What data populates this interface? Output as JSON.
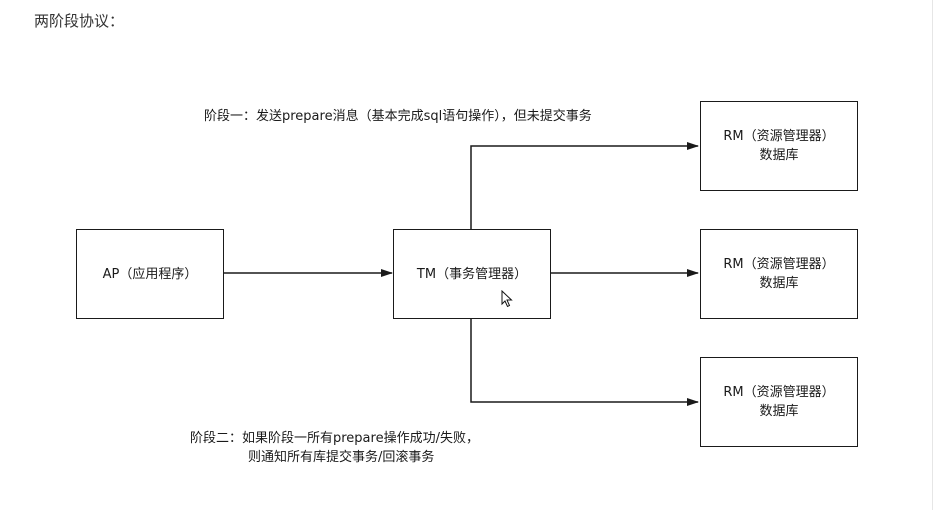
{
  "page": {
    "title": "两阶段协议："
  },
  "nodes": {
    "ap": {
      "label": "AP（应用程序）"
    },
    "tm": {
      "label": "TM（事务管理器）"
    },
    "rm": [
      {
        "line1": "RM（资源管理器）",
        "line2": "数据库"
      },
      {
        "line1": "RM（资源管理器）",
        "line2": "数据库"
      },
      {
        "line1": "RM（资源管理器）",
        "line2": "数据库"
      }
    ]
  },
  "notes": {
    "phase1": "阶段一：发送prepare消息（基本完成sql语句操作），但未提交事务",
    "phase2_line1": "阶段二：如果阶段一所有prepare操作成功/失败，",
    "phase2_line2": "则通知所有库提交事务/回滚事务"
  },
  "colors": {
    "stroke": "#1a1a1a",
    "background": "#ffffff"
  }
}
